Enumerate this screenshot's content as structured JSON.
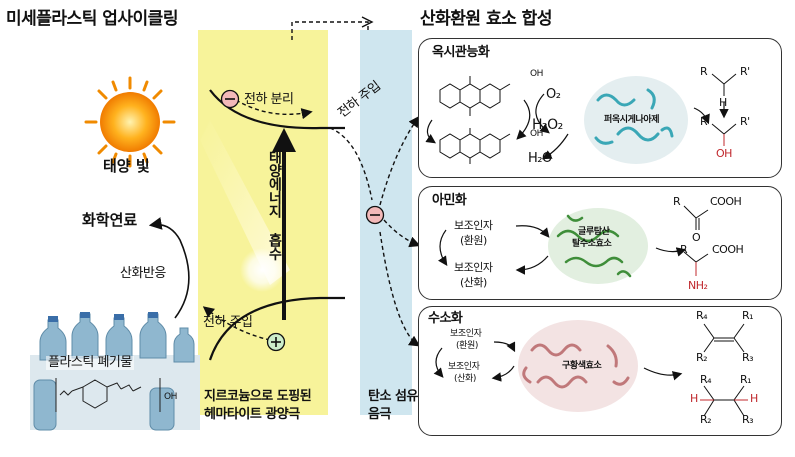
{
  "left": {
    "title": "미세플라스틱 업사이클링",
    "sunlight": "태양 빛",
    "chemical_fuel": "화학연료",
    "oxidation_reaction": "산화반응",
    "plastic_waste": "플라스틱 폐기물",
    "plastic_oh": "OH"
  },
  "center": {
    "charge_separation": "전하 분리",
    "solar_absorption": "태양에너지 흡수",
    "hole_injection": "전하 주입",
    "electron_injection": "전하 주입",
    "photoanode_label_1": "지르코늄으로 도핑된",
    "photoanode_label_2": "헤마타이트 광양극",
    "cathode_label_1": "탄소 섬유종이",
    "cathode_label_2": "음극",
    "minus_sign": "⊖",
    "plus_sign": "⊕"
  },
  "right": {
    "title": "산화환원 효소 합성",
    "panel1": {
      "heading": "옥시관능화",
      "enzyme": "퍼옥시게나아제",
      "o2": "O₂",
      "h2o2": "H₂O₂",
      "h2o": "H₂O",
      "r": "R",
      "r_prime": "R'",
      "h": "H",
      "oh": "OH",
      "acid_oh": "OH"
    },
    "panel2": {
      "heading": "아민화",
      "cof_red_1": "보조인자",
      "cof_red_2": "(환원)",
      "cof_ox_1": "보조인자",
      "cof_ox_2": "(산화)",
      "enzyme_1": "글루탐산",
      "enzyme_2": "탈수소효소",
      "r": "R",
      "cooh": "COOH",
      "o": "O",
      "nh2": "NH₂"
    },
    "panel3": {
      "heading": "수소화",
      "cof_red_1": "보조인자",
      "cof_red_2": "(환원)",
      "cof_ox_1": "보조인자",
      "cof_ox_2": "(산화)",
      "enzyme": "구황색효소",
      "r1": "R₁",
      "r2": "R₂",
      "r3": "R₃",
      "r4": "R₄",
      "h": "H"
    }
  },
  "colors": {
    "yellow_band": "#f7f39a",
    "blue_band": "#cfe6ef",
    "minus_fill": "#f3b9b9",
    "plus_fill": "#cdeecb",
    "red_accent": "#c0282d",
    "enzyme_teal": "#3aa7b6",
    "enzyme_green": "#3f8e3a",
    "enzyme_red": "#c0787a"
  }
}
